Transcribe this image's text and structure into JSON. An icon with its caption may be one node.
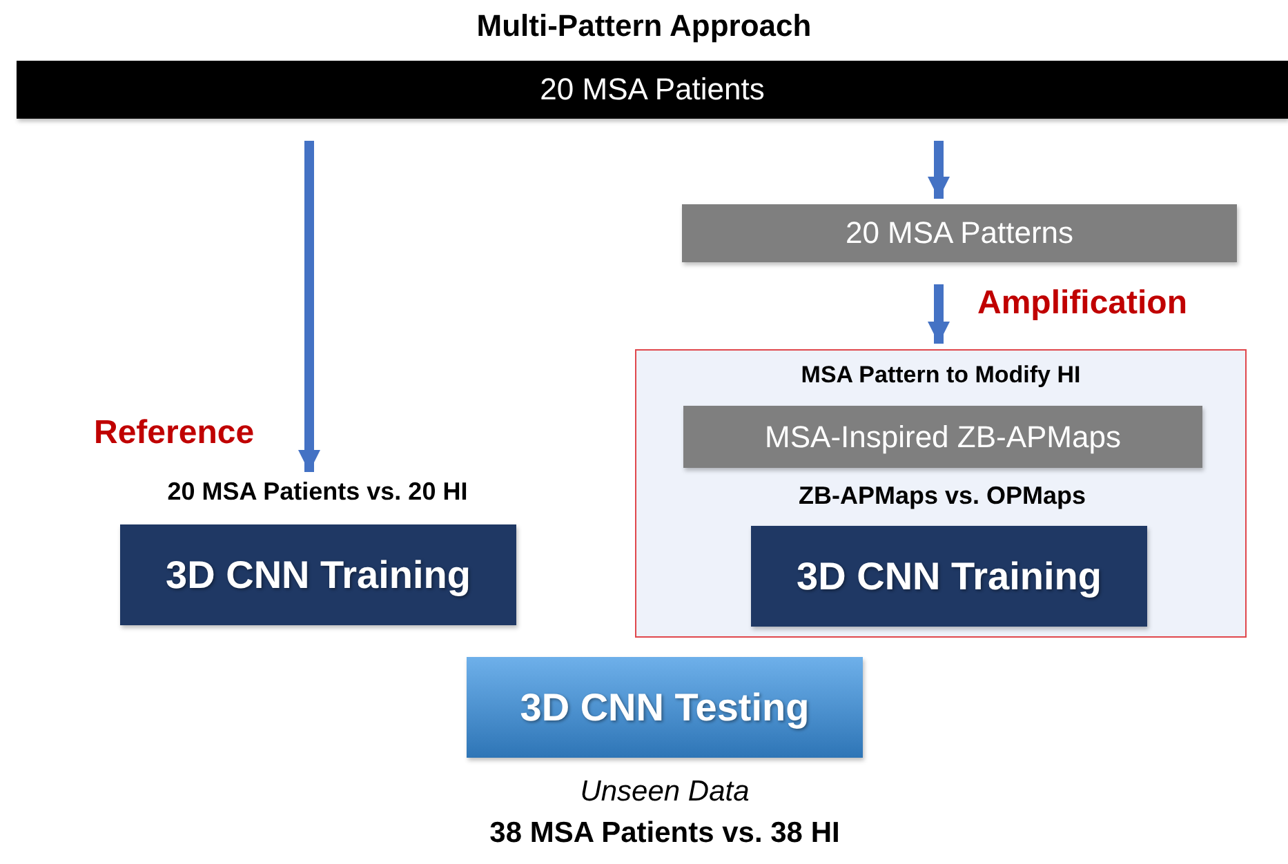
{
  "diagram": {
    "title": "Multi-Pattern Approach",
    "nodes": [
      {
        "text": [
          "20 MSA Patients"
        ]
      },
      {
        "text": [
          "20 MSA Patterns"
        ]
      },
      {
        "text": [
          "MSA Pattern to Modify HI"
        ]
      },
      {
        "text": [
          "MSA-Inspired ZB-APMaps"
        ],
        "in": 2
      },
      {
        "text": [
          "3D CNN Training"
        ],
        "beside": [
          "20 MSA Patients vs. 20 HI"
        ]
      },
      {
        "text": [
          "3D CNN Training"
        ],
        "in": 2,
        "beside": [
          "ZB-APMaps vs. OPMaps"
        ]
      },
      {
        "text": [
          "3D CNN Testing"
        ],
        "beside": [
          "Unseen Data",
          "38 MSA Patients vs. 38 HI"
        ]
      }
    ],
    "edges": [
      {
        "from": 0,
        "to": 4,
        "arrow": "to",
        "label": "Reference"
      },
      {
        "from": 0,
        "to": 1,
        "arrow": "to"
      },
      {
        "from": 1,
        "to": 2,
        "arrow": "to",
        "label": "Amplification"
      }
    ]
  }
}
